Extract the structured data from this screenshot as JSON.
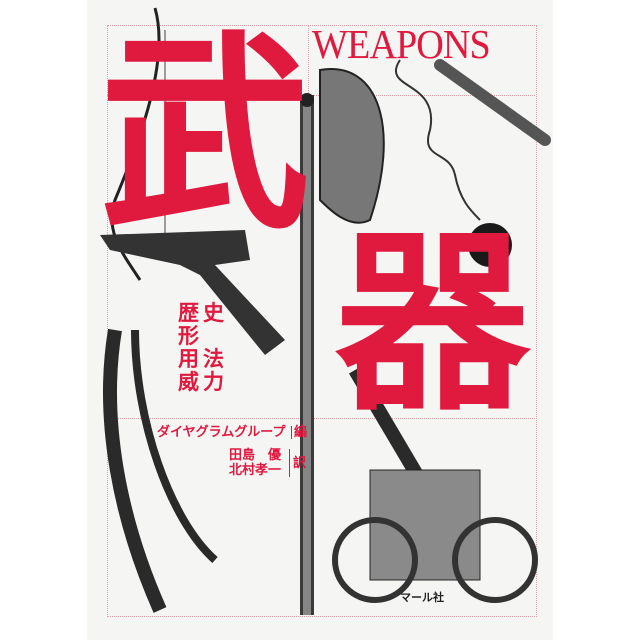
{
  "cover": {
    "title_kanji_1": "武",
    "title_kanji_2": "器",
    "title_english": "WEAPONS",
    "subtitle_rows": [
      [
        "歴",
        "史"
      ],
      [
        "形",
        ""
      ],
      [
        "用",
        "法"
      ],
      [
        "威",
        "力"
      ]
    ],
    "author": "ダイヤグラムグループ",
    "author_role": "編",
    "translators": [
      "田島　優",
      "北村孝一"
    ],
    "translator_role": "訳",
    "publisher": "マール社",
    "colors": {
      "accent": "#e0193f",
      "paper": "#f5f5f3",
      "ink": "#1a1a1a"
    },
    "illustrations": [
      "bow-icon",
      "battle-axe-icon",
      "flail-icon",
      "pistol-icon",
      "spear-shaft-icon",
      "sabre-icon",
      "field-gun-icon"
    ]
  }
}
